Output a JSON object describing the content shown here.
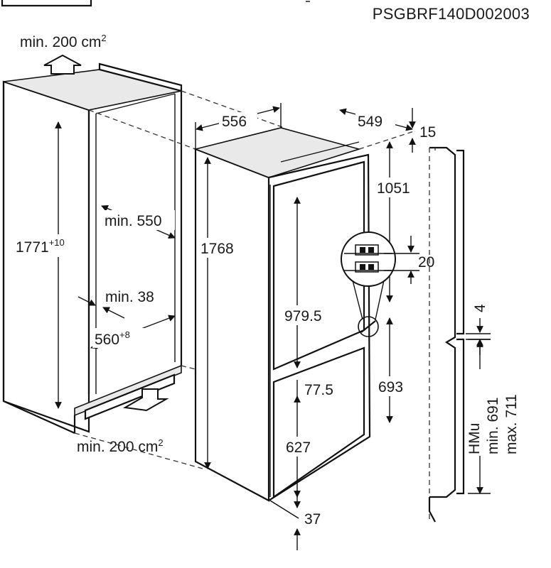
{
  "document_code": "PSGBRF140D002003",
  "labels": {
    "vent_top": "min. 200 cm",
    "vent_top_sup": "2",
    "vent_bottom": "min. 200 cm",
    "vent_bottom_sup": "2",
    "niche_height": "1771",
    "niche_height_sup": "+10",
    "niche_depth": "min. 550",
    "niche_side": "min. 38",
    "niche_width": "560",
    "niche_width_sup": "+8",
    "appliance_width": "556",
    "appliance_depth": "549",
    "top_gap": "15",
    "appliance_height": "1768",
    "upper_door_offset": "1051",
    "hinge_gap": "20",
    "upper_door_height": "979.5",
    "door_gap": "77.5",
    "lower_section": "693",
    "lower_door_height": "627",
    "bottom_offset": "37",
    "door_step": "4",
    "hmu": "HMu",
    "hmu_min": "min. 691",
    "hmu_max": "max. 711"
  }
}
